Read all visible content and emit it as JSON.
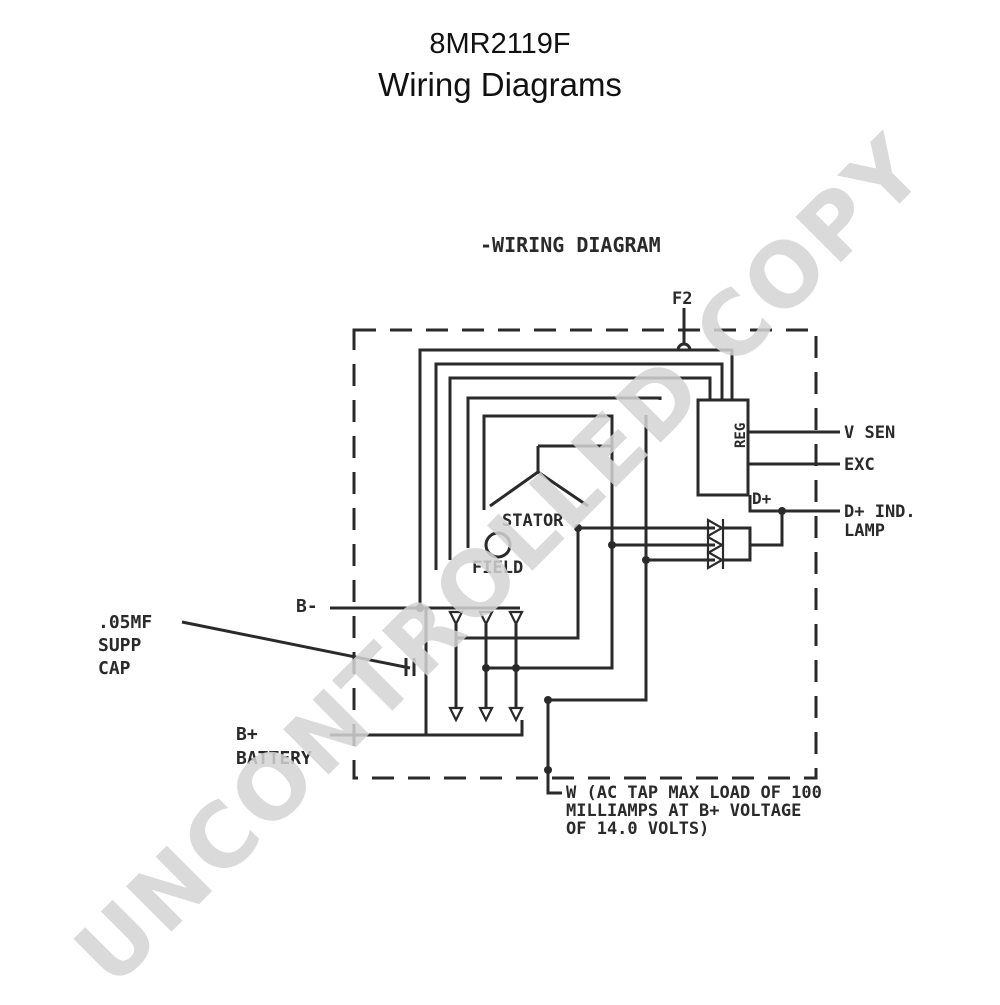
{
  "header": {
    "part_number": "8MR2119F",
    "subtitle": "Wiring Diagrams"
  },
  "diagram": {
    "heading": "-WIRING DIAGRAM",
    "labels": {
      "f2": "F2",
      "reg": "REG",
      "v_sen": "V SEN",
      "exc": "EXC",
      "d_plus": "D+",
      "d_plus_ind": "D+ IND.",
      "lamp": "LAMP",
      "stator": "STATOR",
      "field": "FIELD",
      "b_minus": "B-",
      "cap_value": ".05MF",
      "cap_supp": "SUPP",
      "cap_cap": "CAP",
      "b_plus": "B+",
      "battery": "BATTERY",
      "w_line1": "W (AC TAP MAX LOAD OF 100",
      "w_line2": "MILLIAMPS AT B+ VOLTAGE",
      "w_line3": "OF 14.0 VOLTS)"
    }
  },
  "watermark": "UNCONTROLLED COPY"
}
